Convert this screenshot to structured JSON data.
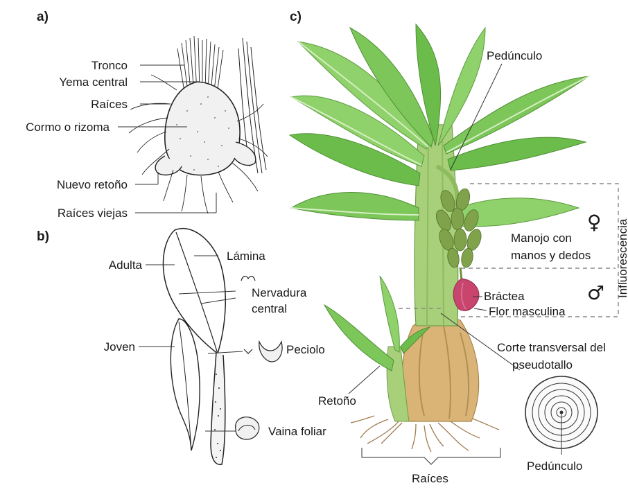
{
  "panels": {
    "a": "a)",
    "b": "b)",
    "c": "c)"
  },
  "rhizome": {
    "labels": [
      "Tronco",
      "Yema central",
      "Raíces",
      "Cormo o rizoma",
      "Nuevo retoño",
      "Raíces viejas"
    ]
  },
  "leaf": {
    "adult": "Adulta",
    "blade": "Lámina",
    "midrib_line1": "Nervadura",
    "midrib_line2": "central",
    "young": "Joven",
    "petiole": "Peciolo",
    "sheath": "Vaina foliar"
  },
  "plant": {
    "peduncle": "Pedúnculo",
    "bunch_line1": "Manojo con",
    "bunch_line2": "manos y dedos",
    "bract": "Bráctea",
    "male_flower": "Flor masculina",
    "inflorescence": "Influorescencia",
    "female_symbol": "♀",
    "male_symbol": "♂",
    "section_line1": "Corte transversal del",
    "section_line2": "pseudotallo",
    "section_peduncle": "Pedúnculo",
    "sucker": "Retoño",
    "roots": "Raíces"
  },
  "colors": {
    "leaf_light": "#8fd16a",
    "leaf_mid": "#6cbc4c",
    "leaf_dark": "#3f8f2e",
    "stem": "#a8cf7a",
    "corm_tan": "#d9b476",
    "bract": "#c8456e",
    "banana": "#7fa24a",
    "roots": "#a07a4e"
  }
}
